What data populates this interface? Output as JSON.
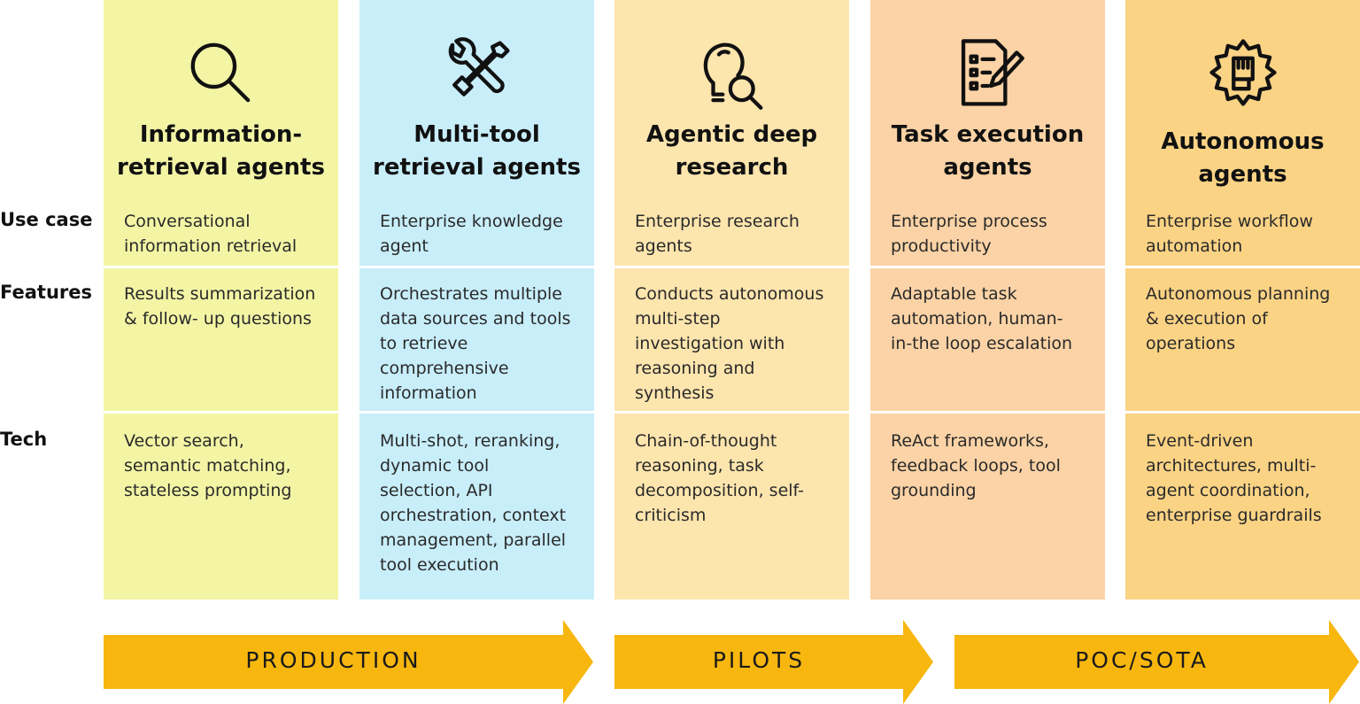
{
  "row_labels": {
    "use_case": "Use case",
    "features": "Features",
    "tech": "Tech"
  },
  "columns": [
    {
      "icon": "magnifier-icon",
      "color": "#f3f5a5",
      "title": [
        "Information-",
        "retrieval agents"
      ],
      "use_case": [
        "Conversational",
        "information retrieval"
      ],
      "features": [
        "Results summarization",
        "& follow- up questions"
      ],
      "tech": [
        "Vector search,",
        "semantic matching,",
        "stateless prompting"
      ]
    },
    {
      "icon": "wrench-screwdriver-icon",
      "color": "#c8eefa",
      "title": [
        "Multi-tool",
        "retrieval agents"
      ],
      "use_case": [
        "Enterprise knowledge",
        "agent"
      ],
      "features": [
        "Orchestrates multiple",
        "data sources and tools",
        "to retrieve",
        "comprehensive",
        "information"
      ],
      "tech": [
        "Multi-shot, reranking,",
        "dynamic tool",
        "selection, API",
        "orchestration, context",
        "management, parallel",
        "tool execution"
      ]
    },
    {
      "icon": "lightbulb-search-icon",
      "color": "#fde5ae",
      "title": [
        "Agentic deep",
        "research"
      ],
      "use_case": [
        "Enterprise research",
        "agents"
      ],
      "features": [
        "Conducts autonomous",
        "multi-step",
        "investigation with",
        "reasoning and",
        "synthesis"
      ],
      "tech": [
        "Chain-of-thought",
        "reasoning, task",
        "decomposition, self-",
        "criticism"
      ]
    },
    {
      "icon": "checklist-pen-icon",
      "color": "#fbd3a6",
      "title": [
        "Task execution",
        "agents"
      ],
      "use_case": [
        "Enterprise process",
        "productivity"
      ],
      "features": [
        "Adaptable task",
        "automation, human-",
        "in-the loop escalation"
      ],
      "tech": [
        "ReAct frameworks,",
        "feedback loops, tool",
        "grounding"
      ]
    },
    {
      "icon": "gear-fist-icon",
      "color": "#fbd385",
      "title": [
        "Autonomous",
        "agents"
      ],
      "use_case": [
        "Enterprise workflow",
        "automation"
      ],
      "features": [
        "Autonomous planning",
        "& execution of",
        "operations"
      ],
      "tech": [
        "Event-driven",
        "architectures, multi-",
        "agent coordination,",
        "enterprise guardrails"
      ]
    }
  ],
  "stages": [
    {
      "label": "PRODUCTION"
    },
    {
      "label": "PILOTS"
    },
    {
      "label": "POC/SOTA"
    }
  ],
  "stage_color": "#f8b70f"
}
